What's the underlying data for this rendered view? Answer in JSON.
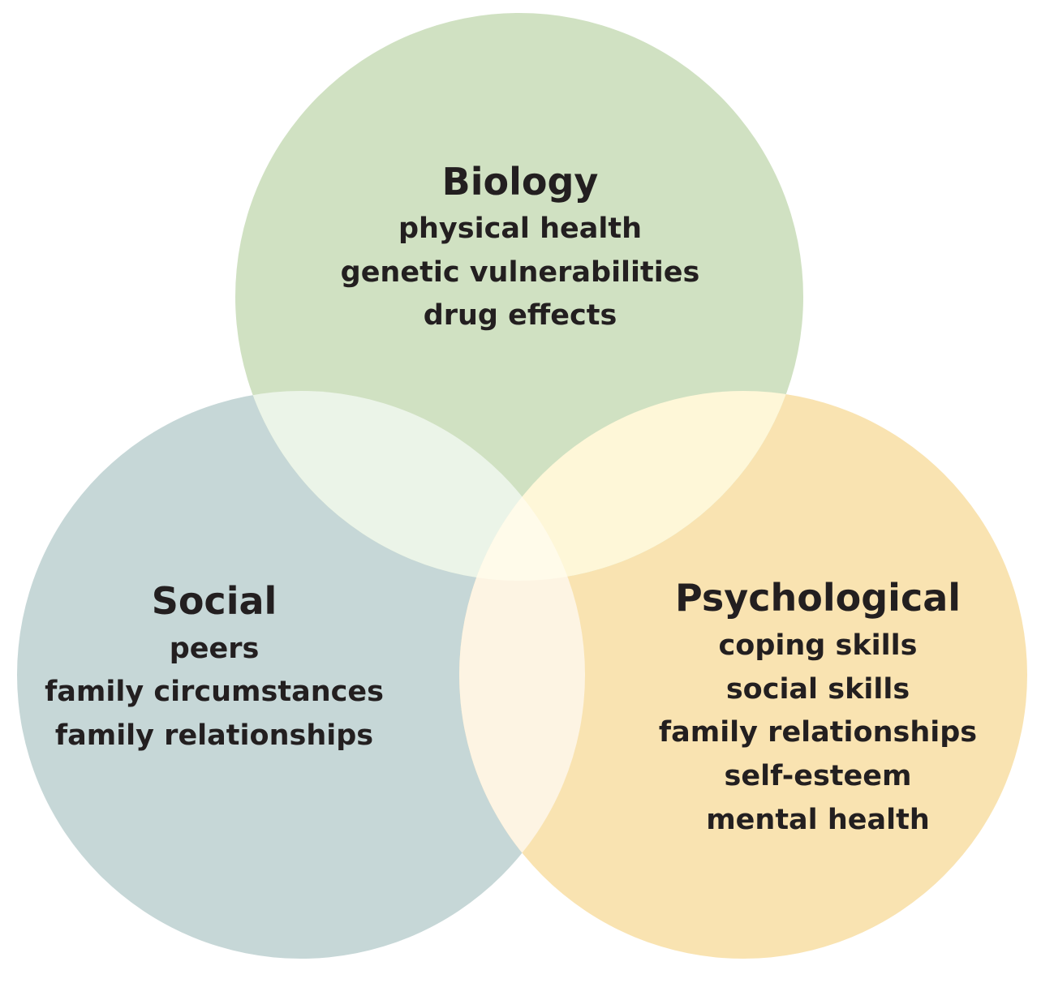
{
  "colors": {
    "background": "#ffffff",
    "text": "#231f20",
    "biology": "#d0e1c2",
    "social": "#c6d7d7",
    "psychological": "#f9e3b1",
    "biology_social": "#ebf4e8",
    "biology_psychological": "#fef7d8",
    "social_psychological": "#fdf4e3",
    "center": "#fffbea"
  },
  "circles": [
    {
      "id": "biology",
      "title": "Biology",
      "items": [
        "physical health",
        "genetic vulnerabilities",
        "drug effects"
      ]
    },
    {
      "id": "social",
      "title": "Social",
      "items": [
        "peers",
        "family circumstances",
        "family relationships"
      ]
    },
    {
      "id": "psychological",
      "title": "Psychological",
      "items": [
        "coping skills",
        "social skills",
        "family relationships",
        "self-esteem",
        "mental health"
      ]
    }
  ]
}
